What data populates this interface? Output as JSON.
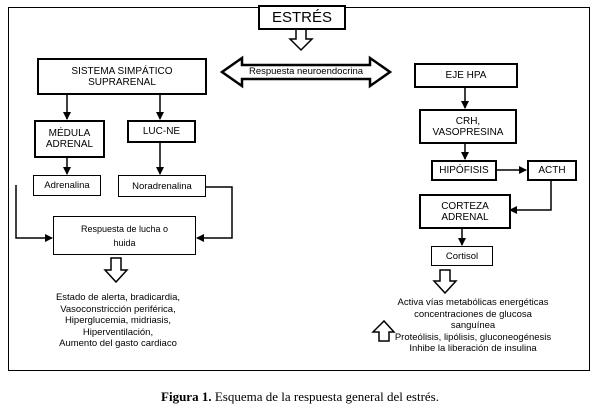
{
  "stress": "ESTRÉS",
  "simpatico": {
    "line1": "SISTEMA SIMPÁTICO",
    "line2": "SUPRARENAL"
  },
  "neuro": "Respuesta neuroendocrina",
  "eje_hpa": "EJE HPA",
  "medula": {
    "line1": "MÉDULA",
    "line2": "ADRENAL"
  },
  "luc_ne": "LUC-NE",
  "crh": {
    "line1": "CRH,",
    "line2": "VASOPRESINA"
  },
  "adrenalina": "Adrenalina",
  "noradrenalina": "Noradrenalina",
  "hipofisis": "HIPÓFISIS",
  "acth": "ACTH",
  "lucha": {
    "line1": "Respuesta de lucha o",
    "line2": "huida"
  },
  "corteza": {
    "line1": "CORTEZA",
    "line2": "ADRENAL"
  },
  "cortisol": "Cortisol",
  "left_effects": [
    "Estado de alerta,  bradicardia,",
    "Vasoconstricción periférica,",
    "Hiperglucemia, midriasis,",
    "Hiperventilación,",
    "Aumento del gasto cardiaco"
  ],
  "right_effects": [
    "Activa vías metabólicas  energéticas",
    "concentraciones de glucosa",
    "sanguínea",
    "Proteólisis, lipólisis, gluconeogénesis",
    "Inhibe la liberación de insulina"
  ],
  "caption": {
    "label": "Figura 1.",
    "text": " Esquema de la respuesta general del estrés."
  }
}
